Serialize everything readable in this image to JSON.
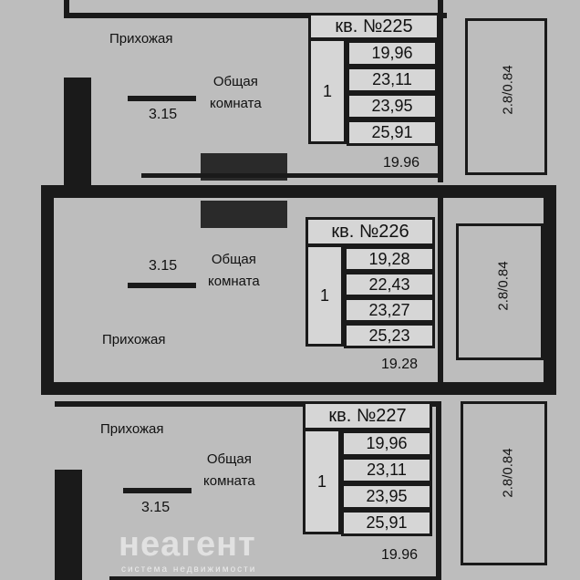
{
  "units": [
    {
      "title": "кв. №225",
      "rooms": "1",
      "areas": [
        "19,96",
        "23,11",
        "23,95",
        "25,91"
      ],
      "hall_label": "Прихожая",
      "room_label_1": "Общая",
      "room_label_2": "комната",
      "bath_area": "3.15",
      "room_area": "19.96",
      "balcony": "2.8/0.84"
    },
    {
      "title": "кв. №226",
      "rooms": "1",
      "areas": [
        "19,28",
        "22,43",
        "23,27",
        "25,23"
      ],
      "hall_label": "Прихожая",
      "room_label_1": "Общая",
      "room_label_2": "комната",
      "bath_area": "3.15",
      "room_area": "19.28",
      "balcony": "2.8/0.84"
    },
    {
      "title": "кв. №227",
      "rooms": "1",
      "areas": [
        "19,96",
        "23,11",
        "23,95",
        "25,91"
      ],
      "hall_label": "Прихожая",
      "room_label_1": "Общая",
      "room_label_2": "комната",
      "bath_area": "3.15",
      "room_area": "19.96",
      "balcony": "2.8/0.84"
    }
  ],
  "watermark": {
    "brand": "неагент",
    "tagline": "система недвижимости"
  }
}
